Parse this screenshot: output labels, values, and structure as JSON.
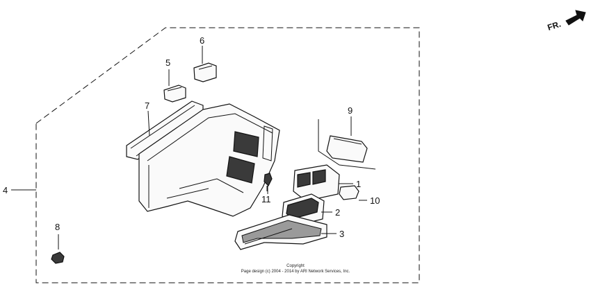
{
  "direction_indicator": {
    "label": "FR.",
    "icon": "front-direction-arrow-icon"
  },
  "callouts": {
    "c1": "1",
    "c2": "2",
    "c3": "3",
    "c4": "4",
    "c5": "5",
    "c6": "6",
    "c7": "7",
    "c8": "8",
    "c9": "9",
    "c10": "10",
    "c11": "11"
  },
  "copyright": {
    "line1": "Copyright",
    "line2": "Page design (c) 2004 - 2014 by ARI Network Services, Inc."
  }
}
